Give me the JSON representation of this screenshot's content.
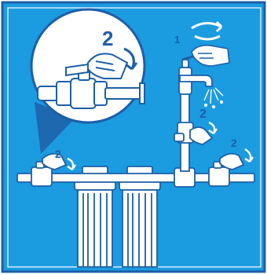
{
  "figure": {
    "colors": {
      "panel_background": "#1b9be0",
      "line": "#1d5fa6",
      "fill": "#ffffff",
      "inset_background": "#ffffff"
    },
    "icons": [
      "faucet-icon",
      "valve-icon",
      "hand-icon",
      "rotate-arrow-icon",
      "water-spray-icon",
      "filter-housing-icon",
      "magnifier-inset"
    ],
    "steps": {
      "faucet_rotate": "1",
      "inset_valve": "2",
      "left_valve": "2",
      "vertical_valve": "2",
      "right_valve": "2"
    }
  }
}
